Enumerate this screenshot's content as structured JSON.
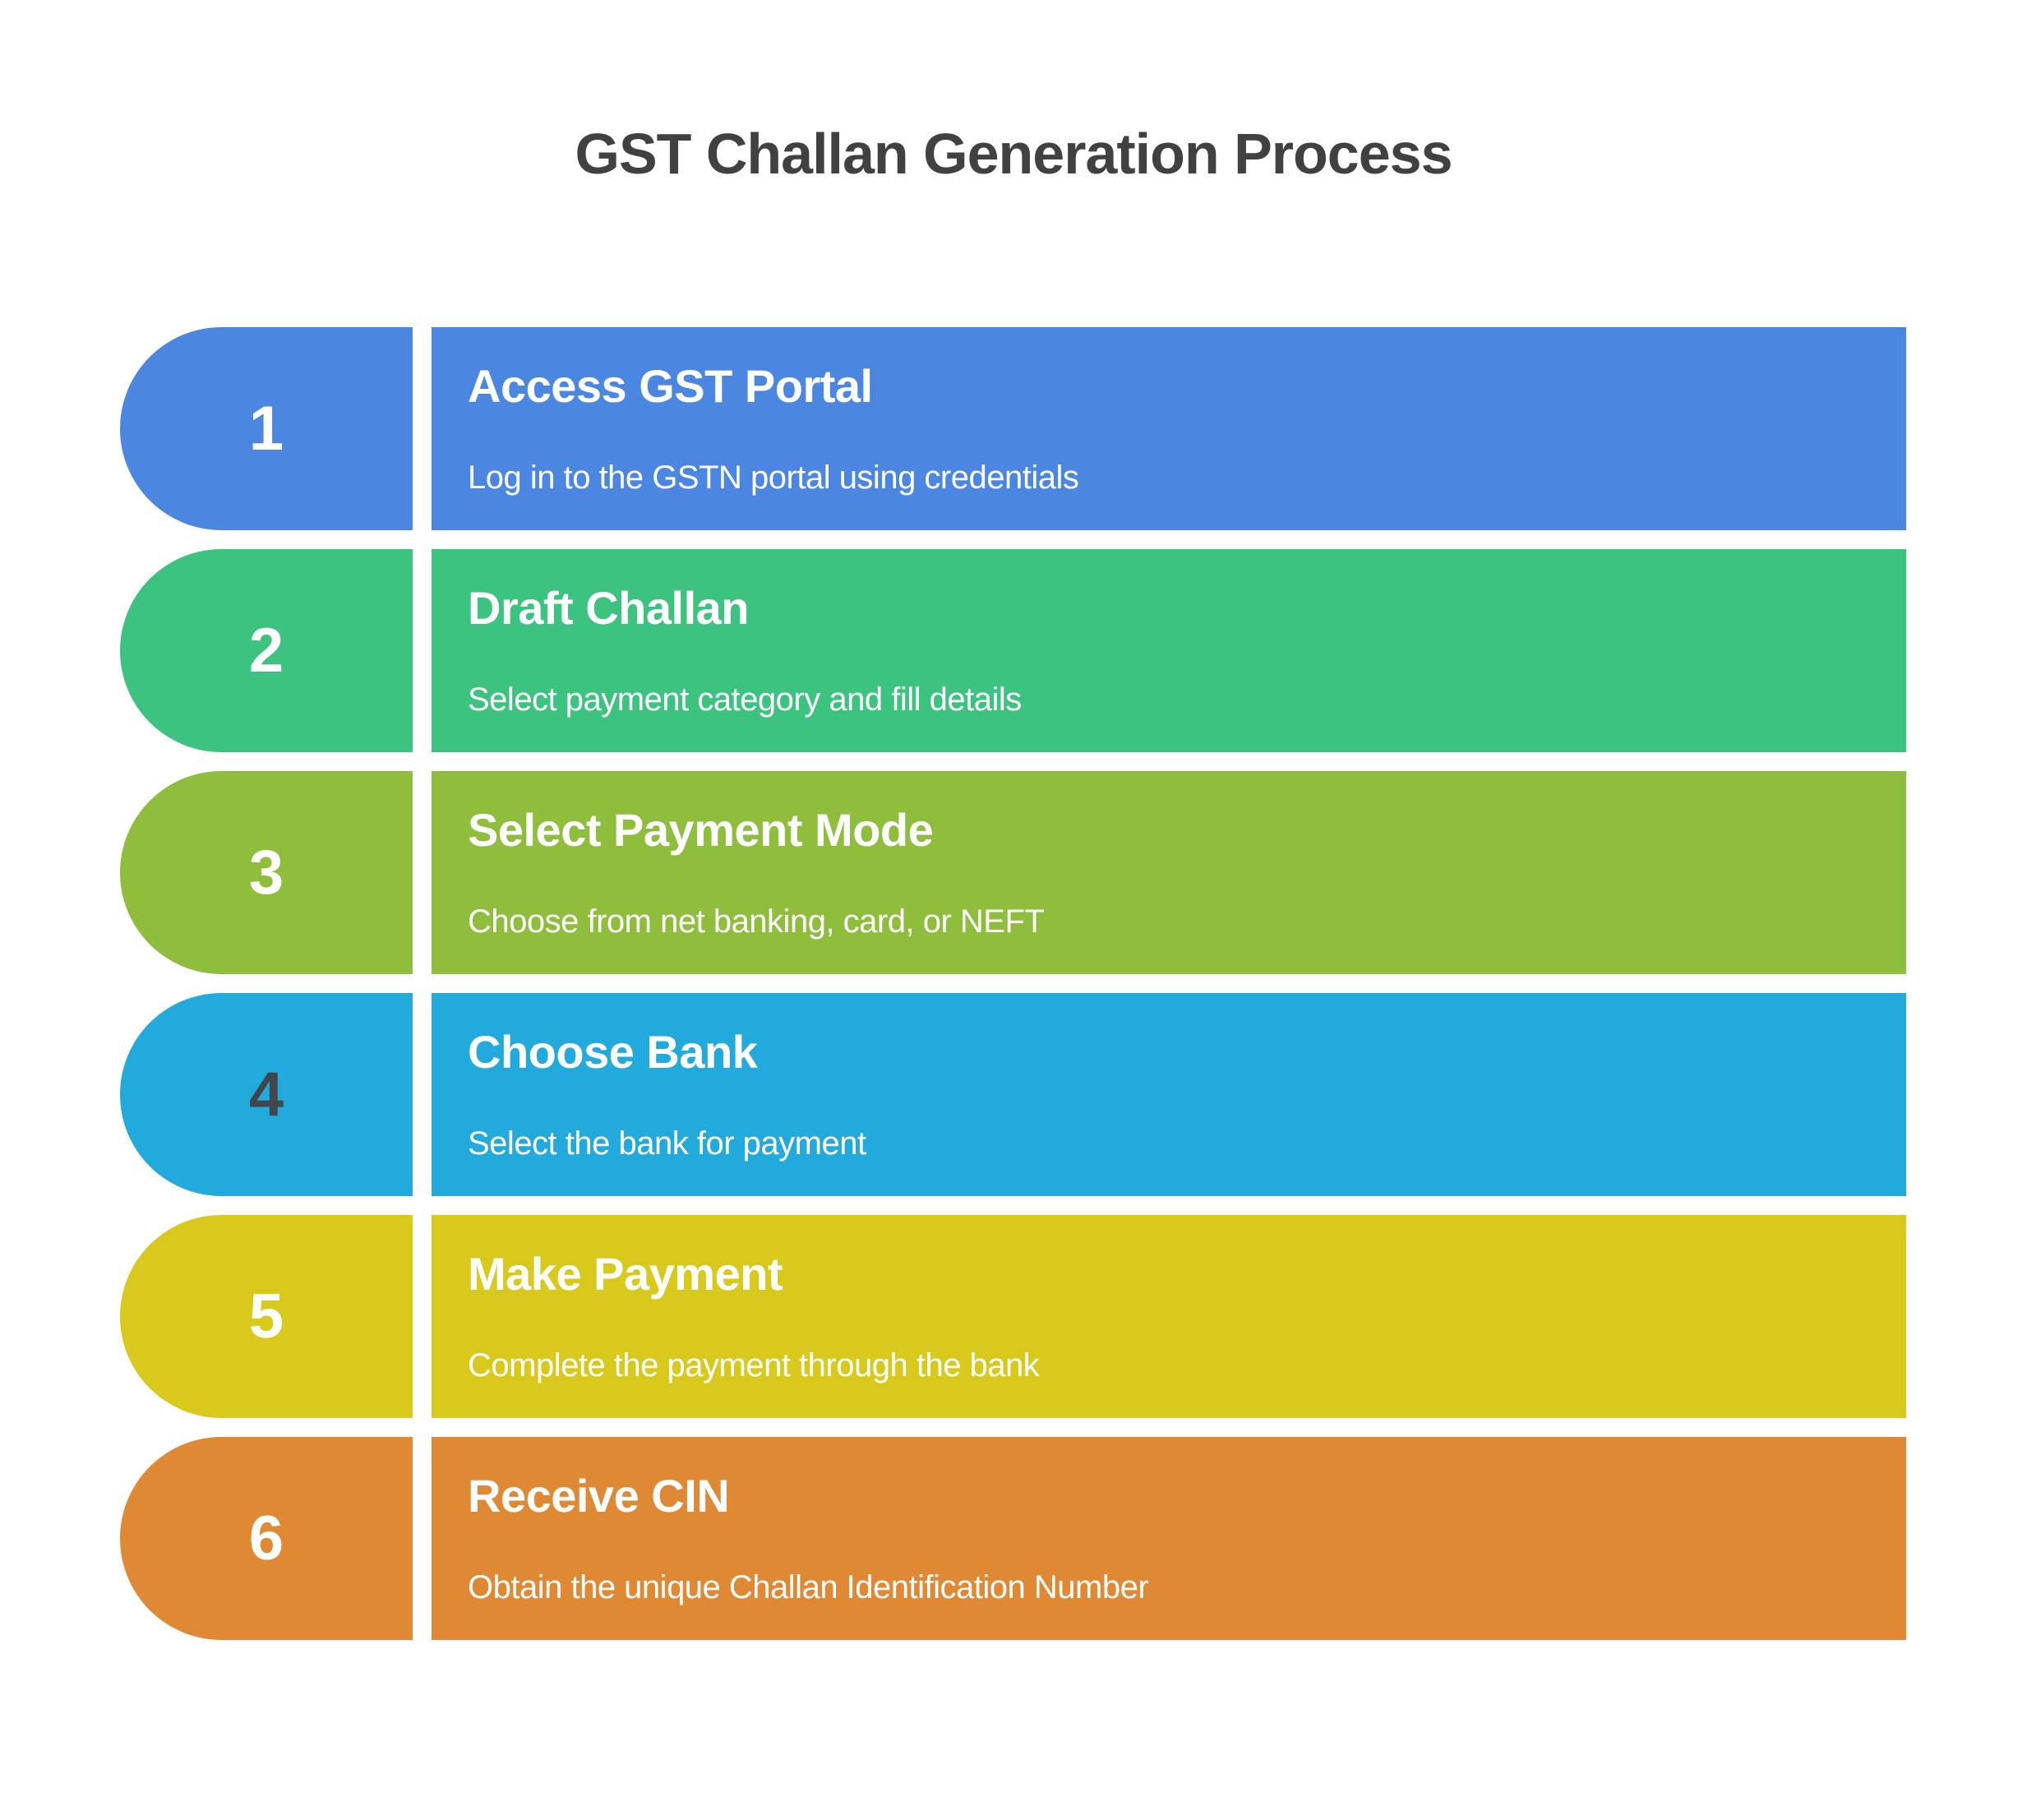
{
  "page": {
    "title": "GST Challan Generation Process"
  },
  "colors": {
    "background": "#ffffff",
    "heading_text": "#414141",
    "step_text": "#ffffff"
  },
  "steps": [
    {
      "number": "1",
      "title": "Access GST Portal",
      "description": "Log in to the GSTN portal using credentials",
      "color": "#4b86e1",
      "number_color": "#ffffff"
    },
    {
      "number": "2",
      "title": "Draft Challan",
      "description": "Select payment category and fill details",
      "color": "#3cc380",
      "number_color": "#ffffff"
    },
    {
      "number": "3",
      "title": "Select Payment Mode",
      "description": "Choose from net banking, card, or NEFT",
      "color": "#8ebe3c",
      "number_color": "#ffffff"
    },
    {
      "number": "4",
      "title": "Choose Bank",
      "description": "Select the bank for payment",
      "color": "#22aadd",
      "number_color": "#40464b"
    },
    {
      "number": "5",
      "title": "Make Payment",
      "description": "Complete the payment through the bank",
      "color": "#d9c91d",
      "number_color": "#ffffff"
    },
    {
      "number": "6",
      "title": "Receive CIN",
      "description": "Obtain the unique Challan Identification Number",
      "color": "#e08934",
      "number_color": "#ffffff"
    }
  ]
}
